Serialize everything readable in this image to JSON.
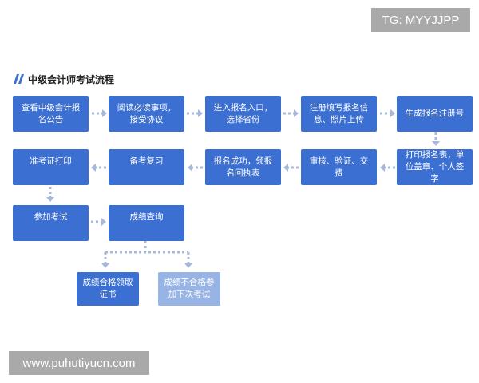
{
  "title": "中级会计师考试流程",
  "watermark_top": "TG: MYYJJPP",
  "watermark_bottom": "www.puhutiyucn.com",
  "colors": {
    "box": "#3b6fd1",
    "box_light": "#98b4e4",
    "arrow": "#a6b9dd"
  },
  "steps": [
    {
      "label": "查看中级会计报名公告"
    },
    {
      "label": "阅读必读事项，接受协议"
    },
    {
      "label": "进入报名入口，选择省份"
    },
    {
      "label": "注册填写报名信息、照片上传"
    },
    {
      "label": "生成报名注册号"
    },
    {
      "label": "打印报名表，单位盖章、个人签字"
    },
    {
      "label": "审核、验证、交费"
    },
    {
      "label": "报名成功，领报名回执表"
    },
    {
      "label": "备考复习"
    },
    {
      "label": "准考证打印"
    },
    {
      "label": "参加考试"
    },
    {
      "label": "成绩查询"
    },
    {
      "label": "成绩合格领取证书"
    },
    {
      "label": "成绩不合格参加下次考试"
    }
  ]
}
